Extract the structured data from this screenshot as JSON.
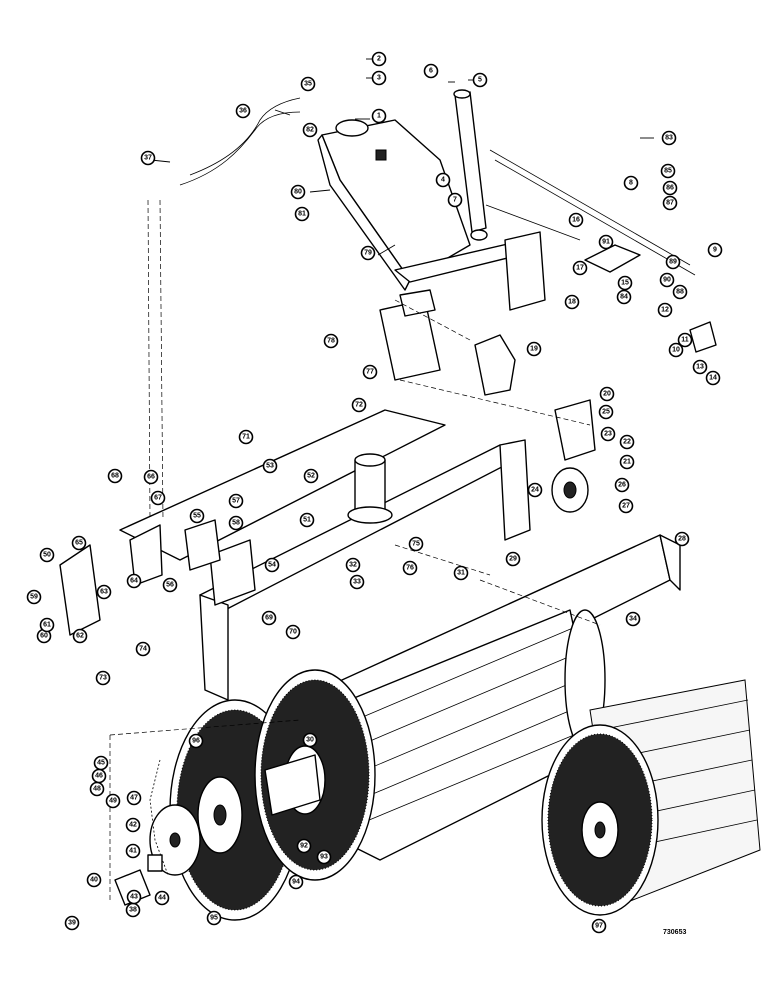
{
  "drawing_number": "730653",
  "callouts": [
    "1",
    "2",
    "3",
    "4",
    "5",
    "6",
    "7",
    "8",
    "9",
    "10",
    "11",
    "12",
    "13",
    "14",
    "15",
    "16",
    "17",
    "18",
    "19",
    "20",
    "21",
    "22",
    "23",
    "24",
    "25",
    "26",
    "27",
    "28",
    "29",
    "30",
    "31",
    "32",
    "33",
    "34",
    "35",
    "36",
    "37",
    "38",
    "39",
    "40",
    "41",
    "42",
    "43",
    "44",
    "45",
    "46",
    "47",
    "48",
    "49",
    "50",
    "51",
    "52",
    "53",
    "54",
    "55",
    "56",
    "57",
    "58",
    "59",
    "60",
    "61",
    "62",
    "63",
    "64",
    "65",
    "66",
    "67",
    "68",
    "69",
    "70",
    "71",
    "72",
    "73",
    "74",
    "75",
    "76",
    "77",
    "78",
    "79",
    "80",
    "81",
    "82",
    "83",
    "84",
    "85",
    "86",
    "87",
    "88",
    "89",
    "90",
    "91",
    "92",
    "93",
    "94",
    "95",
    "96",
    "97"
  ]
}
